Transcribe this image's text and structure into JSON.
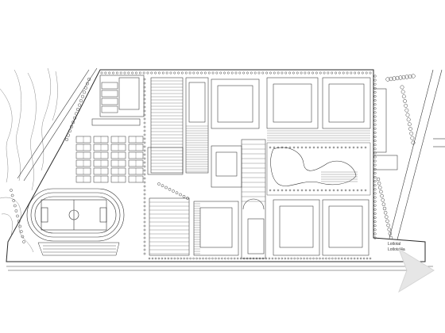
{
  "drawing": {
    "type": "campus master plan (CAD line drawing)",
    "zones": [
      "athletic track and football field",
      "basketball / tennis courts",
      "teaching building blocks",
      "dormitory courtyard blocks",
      "central garden with pond",
      "road and tree belts"
    ]
  },
  "labels": {
    "corner_note_1": "Lotlotal",
    "corner_note_2": "Lotlotal4a"
  },
  "colors": {
    "line": "#3a3a3a",
    "light_line": "#8a8a8a",
    "background": "#ffffff",
    "watermark": "#e6e6e6"
  },
  "icons": {
    "watermark": "play-triangle-watermark-icon"
  }
}
